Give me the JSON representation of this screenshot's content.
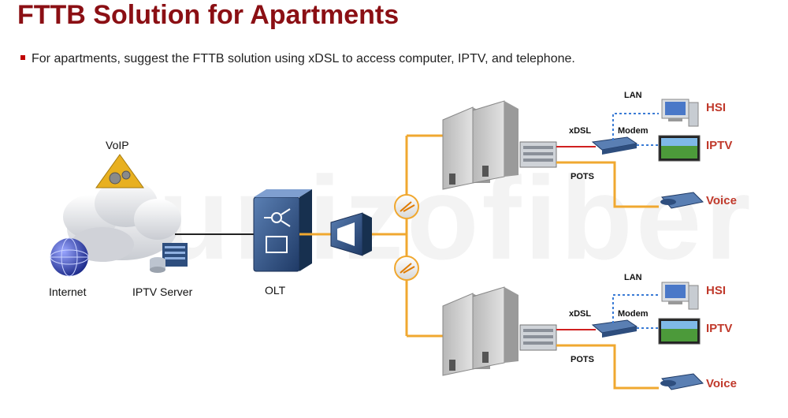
{
  "title": "FTTB Solution for Apartments",
  "bullet": "For apartments, suggest the FTTB solution using xDSL to access computer, IPTV, and telephone.",
  "watermark": "unizofiber",
  "labels": {
    "voip": "VoIP",
    "internet": "Internet",
    "iptv_server": "IPTV Server",
    "olt": "OLT"
  },
  "branches": [
    {
      "lan": "LAN",
      "xdsl": "xDSL",
      "modem": "Modem",
      "pots": "POTS",
      "hsi": "HSI",
      "iptv": "IPTV",
      "voice": "Voice"
    },
    {
      "lan": "LAN",
      "xdsl": "xDSL",
      "modem": "Modem",
      "pots": "POTS",
      "hsi": "HSI",
      "iptv": "IPTV",
      "voice": "Voice"
    }
  ],
  "colors": {
    "title": "#8b0f14",
    "fiber": "#f0a830",
    "lan": "#3a7bd5",
    "service": "#c0392b",
    "device": "#2e4e7e"
  }
}
